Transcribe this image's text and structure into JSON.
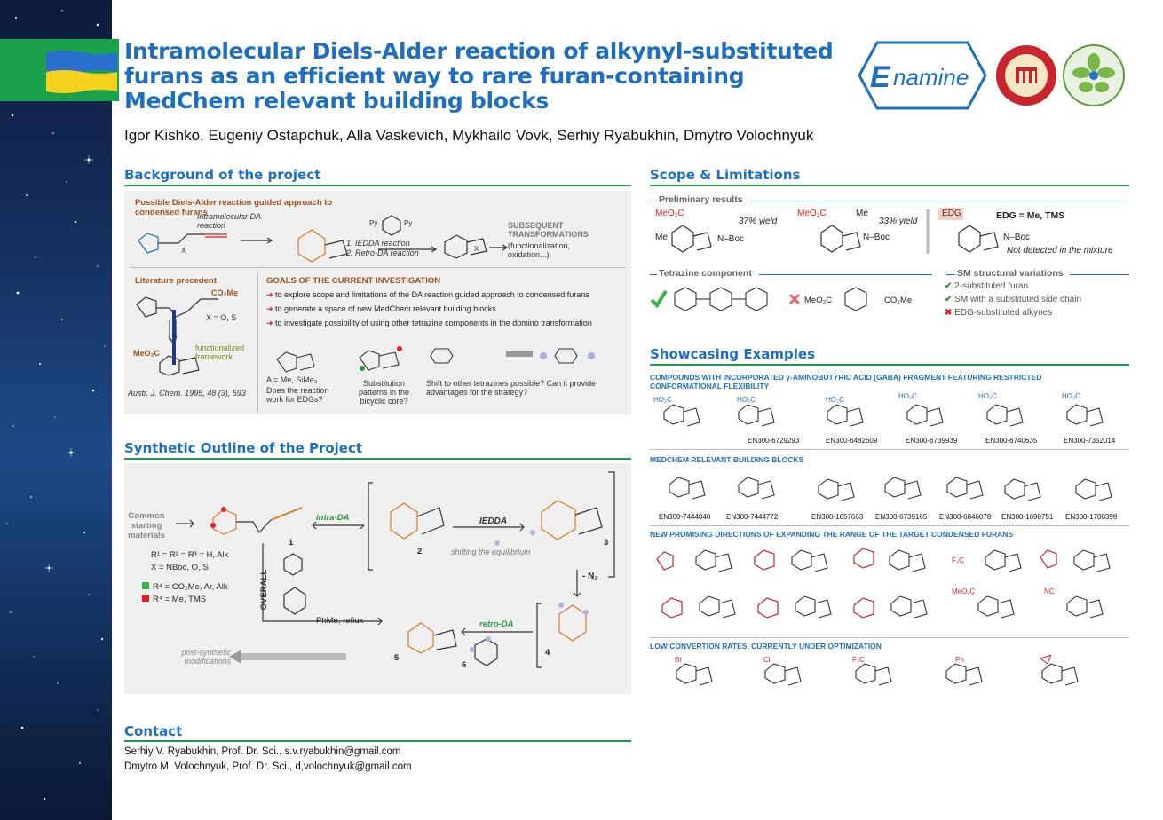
{
  "header": {
    "title": "Intramolecular Diels-Alder reaction of alkynyl-substituted furans as an efficient way to rare furan-containing MedChem relevant building blocks",
    "authors": "Igor Kishko, Eugeniy Ostapchuk, Alla Vaskevich, Mykhailo Vovk, Serhiy Ryabukhin, Dmytro Volochnyuk",
    "logo_text": "Enamine"
  },
  "background": {
    "heading": "Background of the project",
    "approach_title": "Possible Diels-Alder reaction guided approach to condensed furans",
    "intra_da": "Intramolecular DA reaction",
    "iedda": "1. IEDDA reaction",
    "retro_da": "2. Retro-DA reaction",
    "subsequent": "SUBSEQUENT TRANSFORMATIONS",
    "subsequent_note": "(functionalization, oxidation...)",
    "literature": "Literature precedent",
    "co2me": "CO₂Me",
    "x_eq": "X = O, S",
    "meo2c": "MeO₂C",
    "functionalized": "functionalized framework",
    "citation": "Austr. J. Chem. 1995, 48 (3), 593",
    "goals_title": "GOALS OF THE CURRENT INVESTIGATION",
    "goals": [
      "to explore scope and limitations of the DA reaction guided approach to condensed furans",
      "to generate a space of new MedChem relevant building blocks",
      "to investigate possibility of using other tetrazine components in the domino transformation"
    ],
    "a_eq": "A = Me, SiMe₃",
    "edg_q": "Does the reaction work for EDGs?",
    "subst_q": "Substitution patterns in the bicyclic core?",
    "tetrazine_q": "Shift to other tetrazines possible? Can it provide advantages for the strategy?"
  },
  "synthetic": {
    "heading": "Synthetic Outline of the Project",
    "common": "Common starting materials",
    "intra_da": "intra-DA",
    "iedda": "IEDDA",
    "shifting": "shifting the equilibrium",
    "minus_n2": "- N₂",
    "overall": "OVERALL",
    "conditions": "PhMe, reflux",
    "retro_da": "retro-DA",
    "post_synthetic": "post-synthetic modifications",
    "r_eq": "R¹ = R² = R³ = H, Alk",
    "x_eq": "X = NBoc, O, S",
    "r4_green": "R⁴ = CO₂Me, Ar, Alk",
    "r4_red": "R⁴ = Me, TMS",
    "compound_labels": [
      "1",
      "2",
      "3",
      "4",
      "5",
      "6"
    ]
  },
  "scope": {
    "heading": "Scope & Limitations",
    "preliminary": "Preliminary results",
    "yield1": "37% yield",
    "yield2": "33% yield",
    "edg_tag": "EDG",
    "edg_eq": "EDG = Me, TMS",
    "not_detected": "Not detected in the mixture",
    "tetrazine_component": "Tetrazine component",
    "sm_variations": "SM structural variations",
    "variations": [
      "2-substituted furan",
      "SM with a substituted side chain",
      "EDG-substituted alkynes"
    ]
  },
  "showcase": {
    "heading": "Showcasing Examples",
    "gaba_caption": "COMPOUNDS WITH INCORPORATED γ-AMINOBUTYRIC ACID (GABA) FRAGMENT FEATURING RESTRICTED CONFORMATIONAL FLEXIBILITY",
    "gaba_codes": [
      "EN300-6729293",
      "EN300-6482609",
      "EN300-6739939",
      "EN300-6740635",
      "EN300-7352014"
    ],
    "medchem_caption": "MEDCHEM RELEVANT BUILDING BLOCKS",
    "medchem_codes": [
      "EN300-7444040",
      "EN300-7444772",
      "EN300-1657663",
      "EN300-6739165",
      "EN300-6846078",
      "EN300-1698751",
      "EN300-1700398"
    ],
    "new_caption": "NEW PROMISING DIRECTIONS OF EXPANDING THE RANGE OF THE TARGET CONDENSED FURANS",
    "low_caption": "LOW CONVERTION RATES, CURRENTLY UNDER OPTIMIZATION"
  },
  "contact": {
    "heading": "Contact",
    "lines": [
      "Serhiy V. Ryabukhin, Prof. Dr. Sci., s.v.ryabukhin@gmail.com",
      "Dmytro M. Volochnyuk, Prof. Dr. Sci., d,volochnyuk@gmail.com"
    ]
  }
}
